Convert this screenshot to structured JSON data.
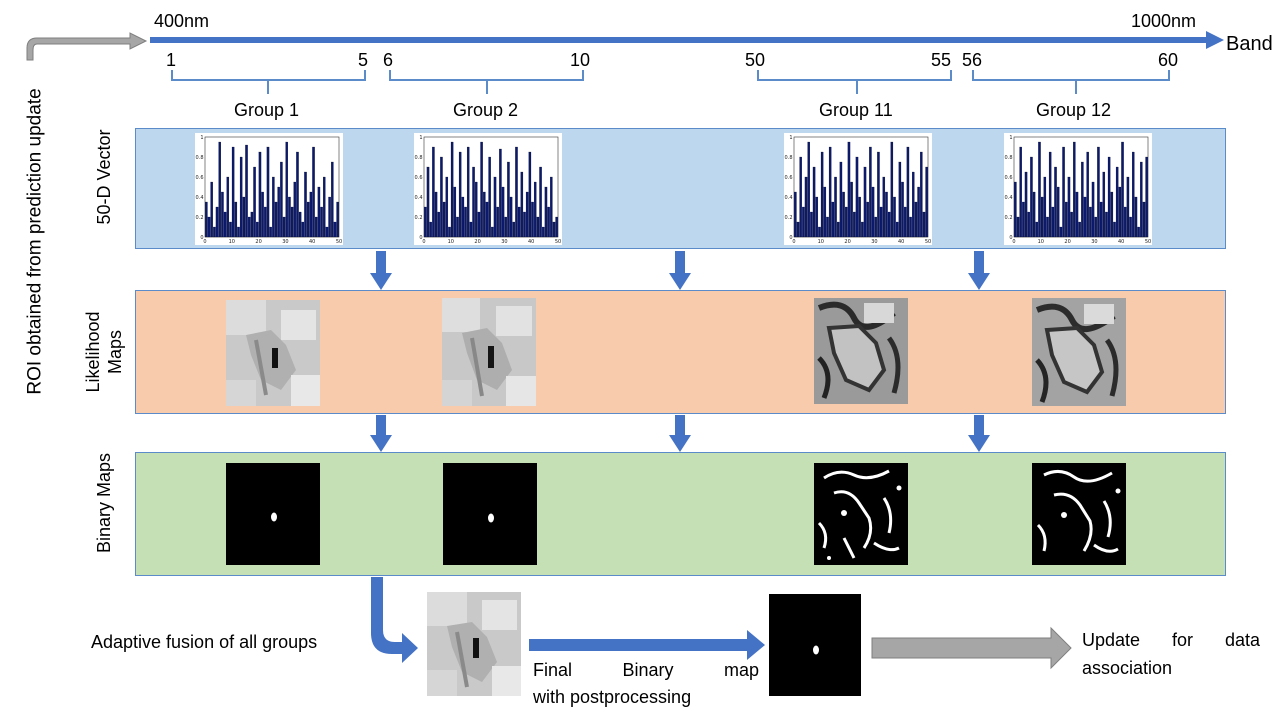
{
  "side_label": "ROI obtained from prediction update",
  "spectrum": {
    "start_label": "400nm",
    "end_label": "1000nm",
    "axis_label": "Band",
    "ticks": [
      "1",
      "5",
      "6",
      "10",
      "50",
      "55",
      "56",
      "60"
    ],
    "groups": [
      "Group 1",
      "Group 2",
      "Group 11",
      "Group 12"
    ]
  },
  "rows": {
    "vector": "50-D Vector",
    "likelihood": "Likelihood Maps",
    "binary": "Binary Maps"
  },
  "histograms": {
    "y_ticks": [
      "1",
      "0.8",
      "0.6",
      "0.4",
      "0.2",
      "0"
    ],
    "x_ticks": [
      "0",
      "10",
      "20",
      "30",
      "40",
      "50"
    ],
    "bar_color": "#0b1a6e",
    "group_values": [
      [
        0.35,
        0.2,
        0.55,
        0.1,
        0.3,
        0.95,
        0.45,
        0.25,
        0.6,
        0.15,
        0.9,
        0.35,
        0.1,
        0.8,
        0.4,
        0.92,
        0.2,
        0.25,
        0.7,
        0.15,
        0.85,
        0.45,
        0.3,
        0.9,
        0.1,
        0.6,
        0.35,
        0.5,
        0.75,
        0.2,
        0.95,
        0.4,
        0.3,
        0.55,
        0.85,
        0.25,
        0.15,
        0.65,
        0.35,
        0.45,
        0.9,
        0.2,
        0.5,
        0.3,
        0.6,
        0.1,
        0.4,
        0.75,
        0.15,
        0.35
      ],
      [
        0.3,
        0.7,
        0.15,
        0.9,
        0.45,
        0.25,
        0.8,
        0.35,
        0.6,
        0.1,
        0.95,
        0.5,
        0.2,
        0.85,
        0.4,
        0.3,
        0.9,
        0.15,
        0.7,
        0.55,
        0.25,
        0.95,
        0.45,
        0.35,
        0.8,
        0.1,
        0.6,
        0.3,
        0.88,
        0.5,
        0.2,
        0.75,
        0.4,
        0.15,
        0.9,
        0.3,
        0.65,
        0.25,
        0.45,
        0.85,
        0.35,
        0.55,
        0.2,
        0.7,
        0.1,
        0.5,
        0.3,
        0.6,
        0.15,
        0.2
      ],
      [
        0.45,
        0.15,
        0.8,
        0.3,
        0.6,
        0.95,
        0.25,
        0.7,
        0.4,
        0.1,
        0.85,
        0.5,
        0.2,
        0.9,
        0.35,
        0.6,
        0.15,
        0.75,
        0.45,
        0.3,
        0.95,
        0.55,
        0.25,
        0.8,
        0.4,
        0.15,
        0.7,
        0.35,
        0.9,
        0.5,
        0.2,
        0.85,
        0.3,
        0.6,
        0.45,
        0.25,
        0.95,
        0.4,
        0.15,
        0.75,
        0.55,
        0.3,
        0.9,
        0.2,
        0.65,
        0.35,
        0.5,
        0.85,
        0.25,
        0.7
      ],
      [
        0.55,
        0.2,
        0.9,
        0.35,
        0.65,
        0.25,
        0.8,
        0.45,
        0.15,
        0.95,
        0.4,
        0.6,
        0.2,
        0.85,
        0.3,
        0.7,
        0.5,
        0.1,
        0.9,
        0.35,
        0.6,
        0.25,
        0.95,
        0.45,
        0.15,
        0.75,
        0.4,
        0.85,
        0.3,
        0.55,
        0.2,
        0.9,
        0.35,
        0.65,
        0.25,
        0.8,
        0.45,
        0.15,
        0.7,
        0.5,
        0.95,
        0.3,
        0.6,
        0.2,
        0.85,
        0.4,
        0.1,
        0.75,
        0.35,
        0.8
      ]
    ]
  },
  "fusion_label": "Adaptive fusion of all groups",
  "final_label_line1": "Final    Binary    map",
  "final_label_line2": "with postprocessing",
  "update_label_line1": "Update   for   data",
  "update_label_line2": "association",
  "colors": {
    "arrow_blue": "#4472c4",
    "arrow_gray": "#a6a6a6",
    "band_blue": "#bdd7ee",
    "band_orange": "#f8cbad",
    "band_green": "#c5e0b4"
  }
}
